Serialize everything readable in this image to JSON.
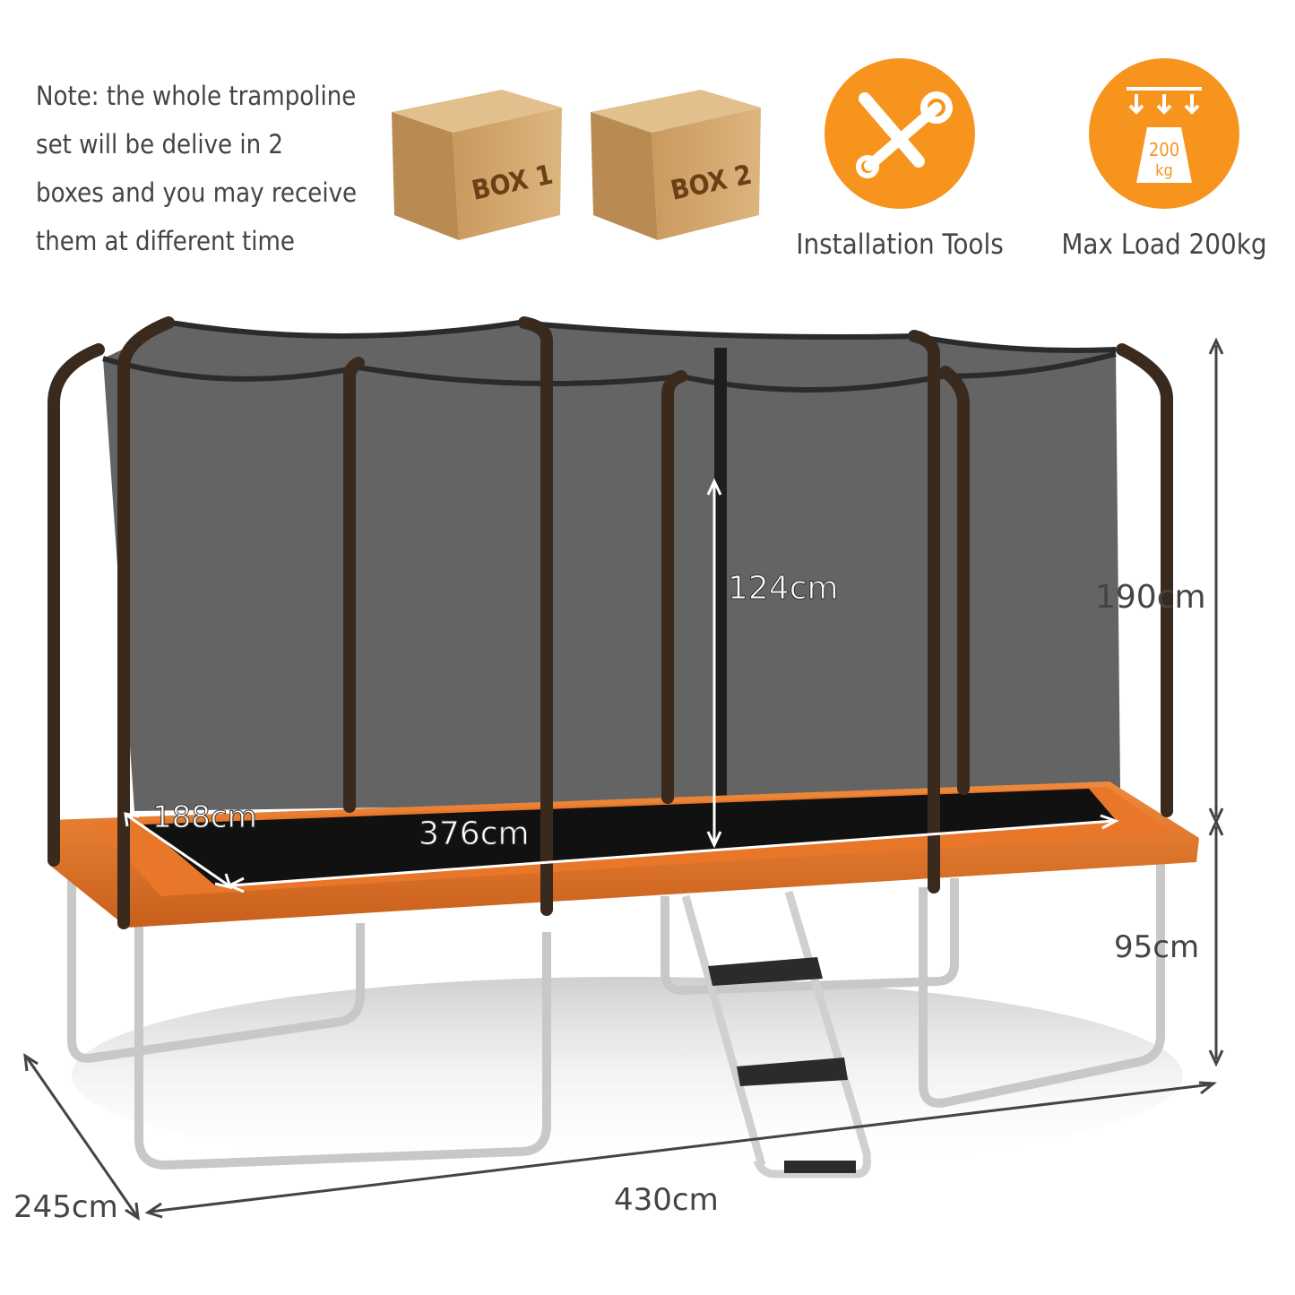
{
  "note": {
    "lines": [
      "Note: the whole trampoline",
      "set will be delive in 2",
      "boxes and you may receive",
      "them at different time"
    ]
  },
  "boxes": [
    {
      "label": "BOX 1"
    },
    {
      "label": "BOX 2"
    }
  ],
  "features": [
    {
      "icon": "wrench-screwdriver-icon",
      "label": "Installation Tools"
    },
    {
      "icon": "weight-icon",
      "label": "Max Load 200kg",
      "icon_text_top": "200",
      "icon_text_bottom": "kg"
    }
  ],
  "dimensions": {
    "net_height": "124cm",
    "total_height": "190cm",
    "frame_height": "95cm",
    "mat_width": "188cm",
    "mat_length": "376cm",
    "total_length": "430cm",
    "total_width": "245cm"
  },
  "colors": {
    "accent": "#f7941d",
    "frame": "#e8772a",
    "net": "#5a5a5a",
    "text": "#444444",
    "box": "#d2a970"
  }
}
